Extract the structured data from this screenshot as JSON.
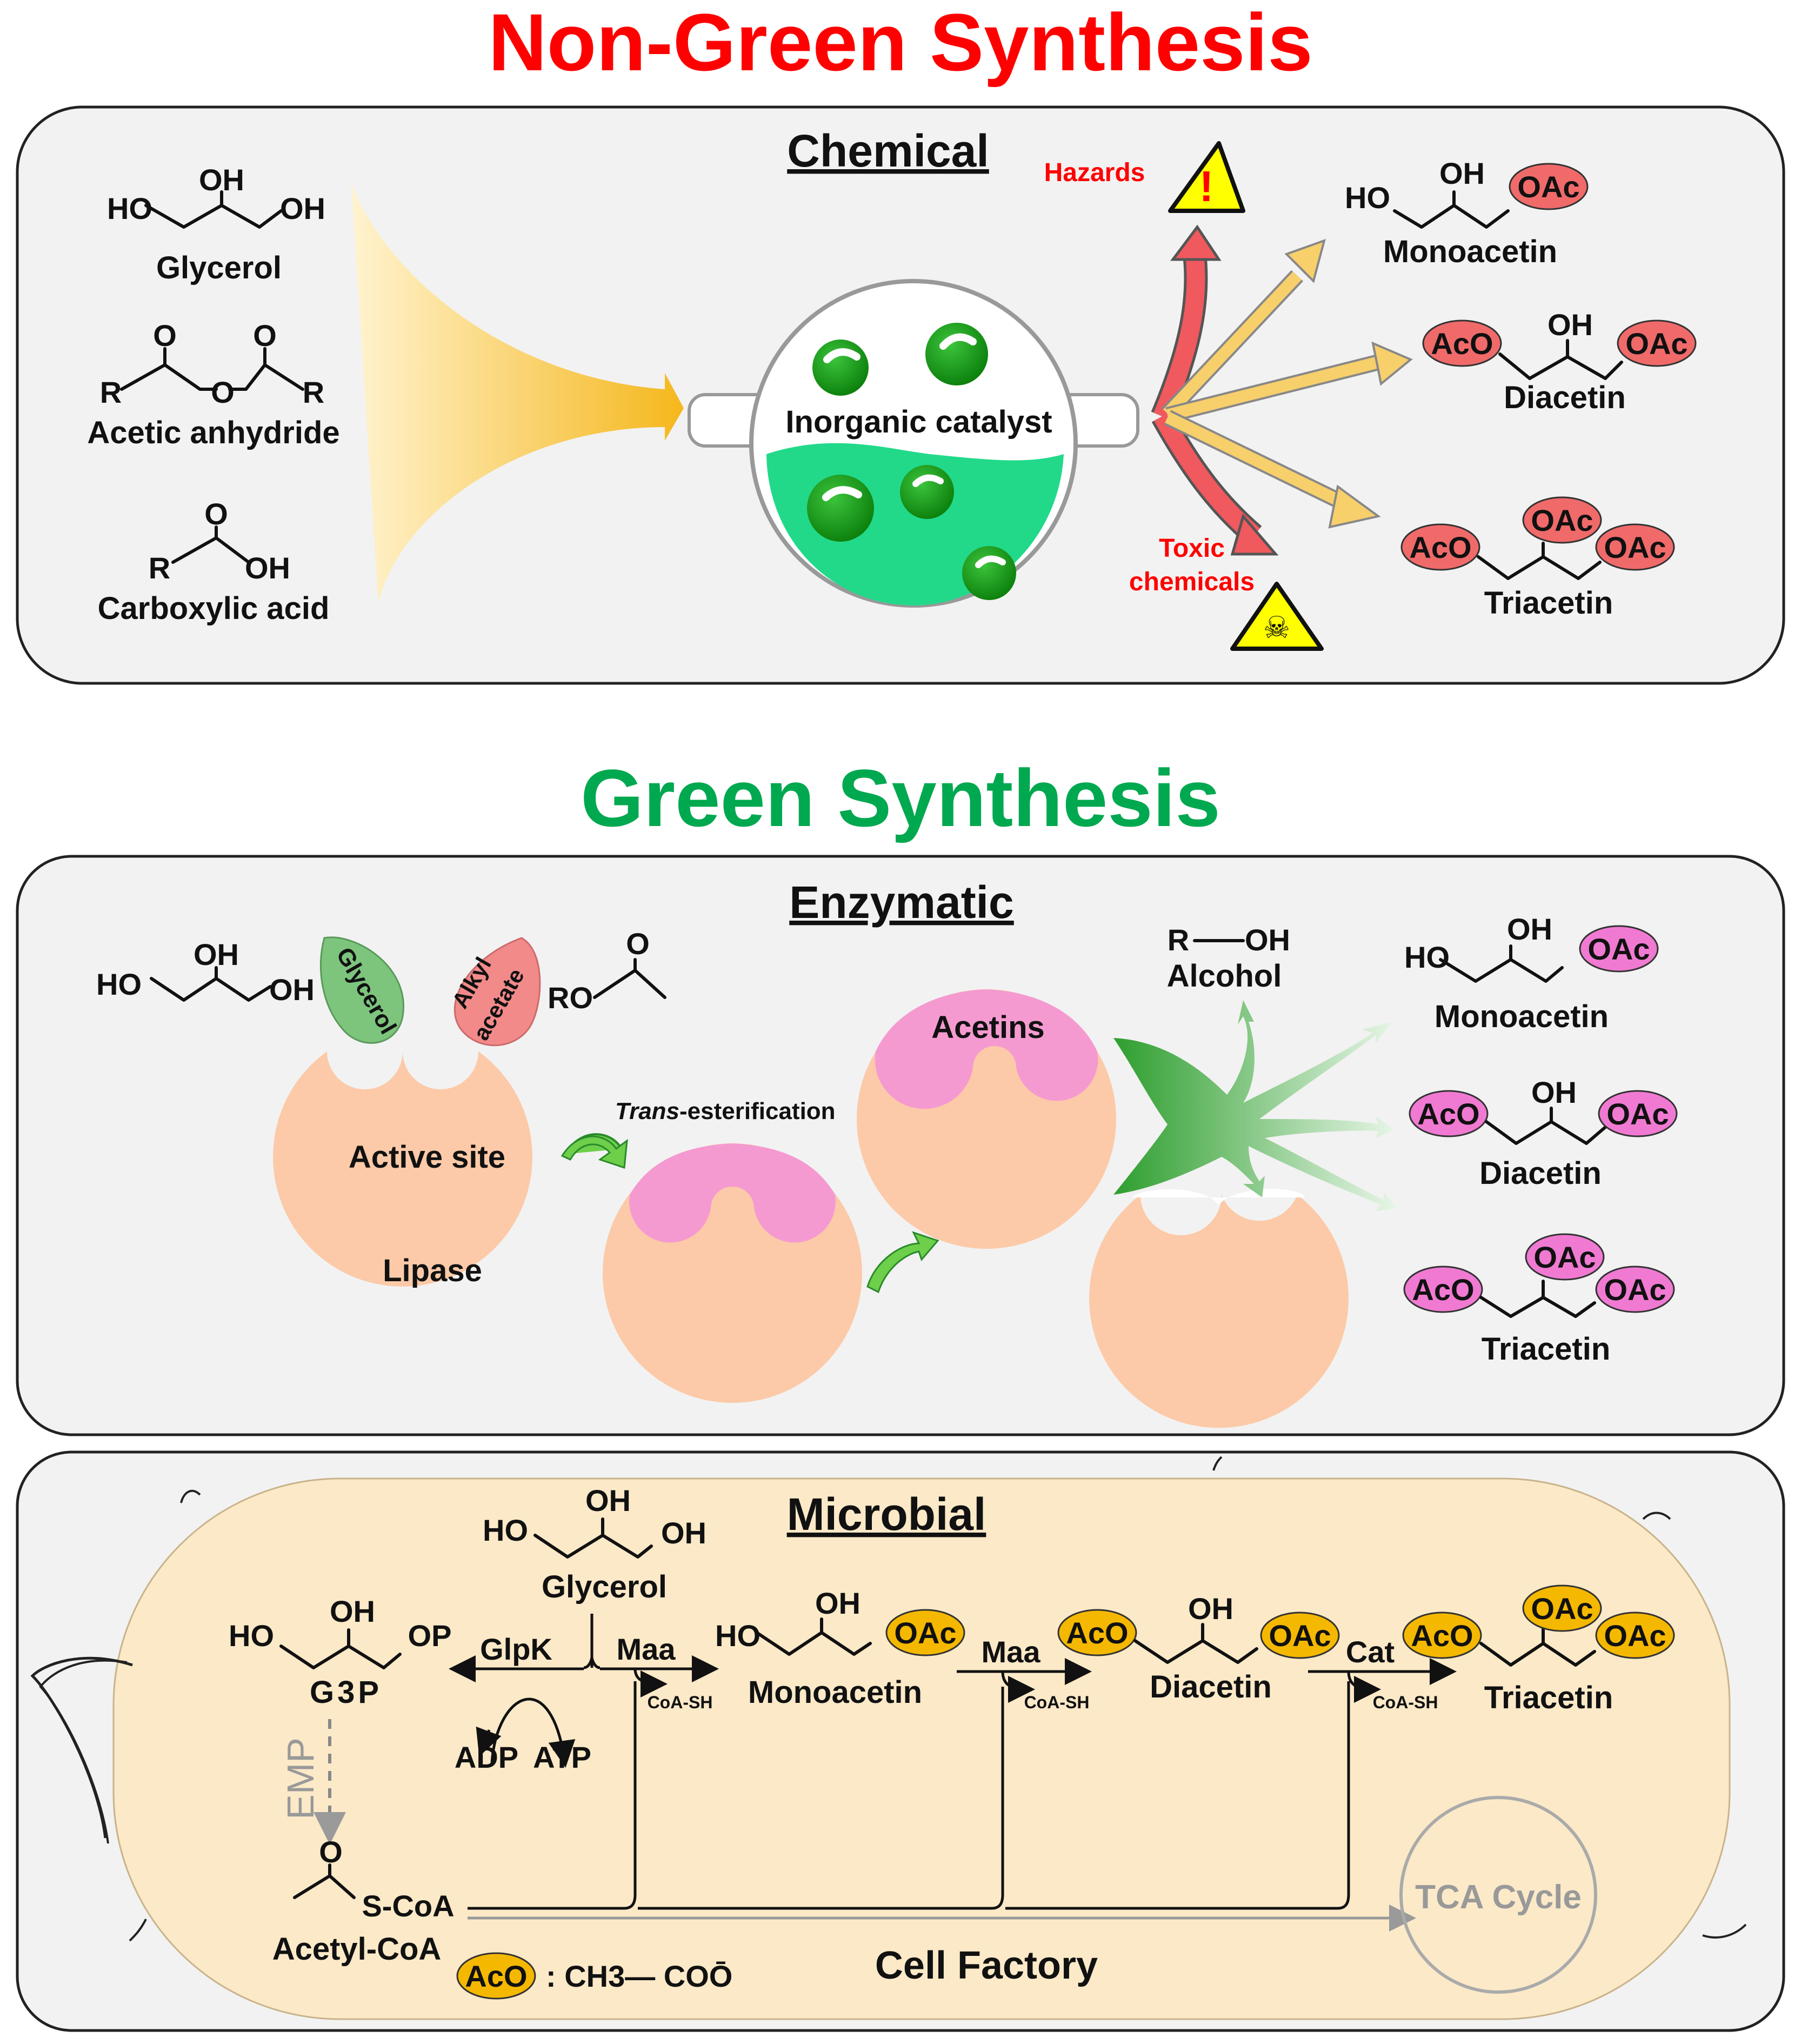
{
  "titles": {
    "non_green": "Non-Green Synthesis",
    "green": "Green Synthesis"
  },
  "colors": {
    "red_title": "#ff0000",
    "green_title": "#00a84f",
    "panel_bg": "#f2f2f2",
    "cell_bg": "#fbe9c8",
    "oac_red": "#f06a6a",
    "oac_pink": "#f07ad2",
    "oac_orange": "#f5b800",
    "enzyme": "#fccaa8"
  },
  "chemical": {
    "heading": "Chemical",
    "reactants": [
      {
        "name": "Glycerol",
        "oh_top": "OH",
        "ho_left": "HO",
        "oh_right": "OH"
      },
      {
        "name": "Acetic anhydride",
        "r1": "R",
        "r2": "R",
        "o_bridge": "O",
        "o1": "O",
        "o2": "O"
      },
      {
        "name": "Carboxylic acid",
        "r": "R",
        "oh": "OH",
        "o": "O"
      }
    ],
    "catalyst": "Inorganic catalyst",
    "hazards": "Hazards",
    "toxic": [
      "Toxic",
      "chemicals"
    ],
    "products": [
      {
        "name": "Monoacetin",
        "left": "HO",
        "top": "OH",
        "right": "OAc"
      },
      {
        "name": "Diacetin",
        "left": "AcO",
        "top": "OH",
        "right": "OAc"
      },
      {
        "name": "Triacetin",
        "left": "AcO",
        "top": "OAc",
        "right": "OAc"
      }
    ]
  },
  "enzymatic": {
    "heading": "Enzymatic",
    "glycerol": {
      "ho_left": "HO",
      "oh_top": "OH",
      "oh_right": "OH"
    },
    "substrate1": "Glycerol",
    "substrate2a": "Alkyl",
    "substrate2b": "acetate",
    "ro": "RO",
    "o": "O",
    "active_site": "Active site",
    "lipase": "Lipase",
    "trans_italic": "Trans",
    "trans_rest": "-esterification",
    "acetins": "Acetins",
    "alcohol_formula_r": "R",
    "alcohol_formula_oh": "OH",
    "alcohol": "Alcohol",
    "products": [
      {
        "name": "Monoacetin",
        "left": "HO",
        "top": "OH",
        "right": "OAc"
      },
      {
        "name": "Diacetin",
        "left": "AcO",
        "top": "OH",
        "right": "OAc"
      },
      {
        "name": "Triacetin",
        "left": "AcO",
        "top": "OAc",
        "right": "OAc"
      }
    ]
  },
  "microbial": {
    "heading": "Microbial",
    "glycerol": {
      "name": "Glycerol",
      "ho": "HO",
      "oh_top": "OH",
      "oh_right": "OH"
    },
    "g3p": {
      "name": "G3P",
      "ho": "HO",
      "oh": "OH",
      "op": "OP"
    },
    "glpk": "GlpK",
    "maa1": "Maa",
    "maa2": "Maa",
    "cat": "Cat",
    "coash": "CoA-SH",
    "adp": "ADP",
    "atp": "ATP",
    "emp": "EMP",
    "acetyl_coa": "Acetyl-CoA",
    "scoa": "S-CoA",
    "o": "O",
    "tca": "TCA Cycle",
    "cell_factory": "Cell Factory",
    "legend_aco": "AcO",
    "legend_formula": ": CH3— COŌ",
    "products": [
      {
        "name": "Monoacetin",
        "left": "HO",
        "top": "OH",
        "right": "OAc"
      },
      {
        "name": "Diacetin",
        "left": "AcO",
        "top": "OH",
        "right": "OAc"
      },
      {
        "name": "Triacetin",
        "left": "AcO",
        "top": "OAc",
        "right": "OAc"
      }
    ]
  }
}
